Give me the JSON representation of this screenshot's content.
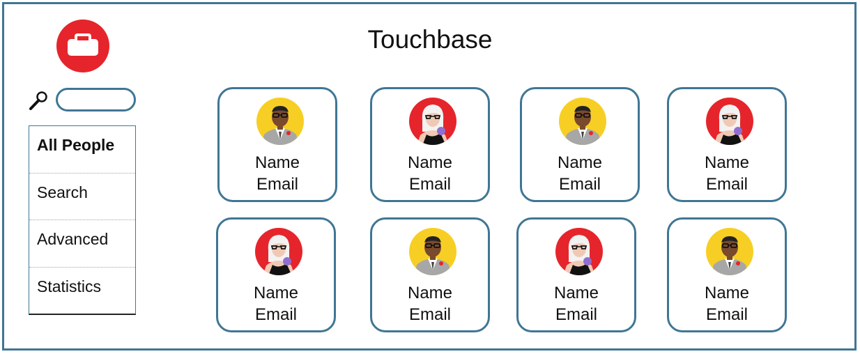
{
  "header": {
    "title": "Touchbase"
  },
  "brand": {
    "logo_icon": "couchbase-logo-icon",
    "color": "#e5252b"
  },
  "search": {
    "icon": "magnifier-icon",
    "value": "",
    "placeholder": ""
  },
  "sidebar": {
    "items": [
      {
        "label": "All People",
        "active": true
      },
      {
        "label": "Search",
        "active": false
      },
      {
        "label": "Advanced",
        "active": false
      },
      {
        "label": "Statistics",
        "active": false
      }
    ]
  },
  "cards": [
    {
      "name": "Name",
      "email": "Email",
      "avatar": "man-avatar-icon"
    },
    {
      "name": "Name",
      "email": "Email",
      "avatar": "woman-avatar-icon"
    },
    {
      "name": "Name",
      "email": "Email",
      "avatar": "man-avatar-icon"
    },
    {
      "name": "Name",
      "email": "Email",
      "avatar": "woman-avatar-icon"
    },
    {
      "name": "Name",
      "email": "Email",
      "avatar": "woman-avatar-icon"
    },
    {
      "name": "Name",
      "email": "Email",
      "avatar": "man-avatar-icon"
    },
    {
      "name": "Name",
      "email": "Email",
      "avatar": "woman-avatar-icon"
    },
    {
      "name": "Name",
      "email": "Email",
      "avatar": "man-avatar-icon"
    }
  ],
  "colors": {
    "border": "#3f7694",
    "man_bg": "#f7cf24",
    "woman_bg": "#e5252b"
  }
}
